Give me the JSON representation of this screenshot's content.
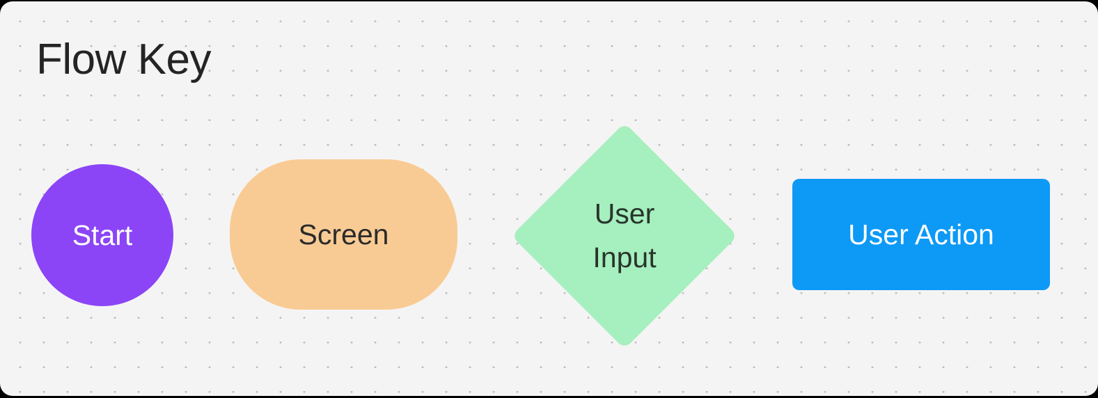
{
  "frame": {
    "border_color": "#000000"
  },
  "canvas": {
    "background": "#F5F4F4",
    "dot_color": "#BDBDBD"
  },
  "title": "Flow Key",
  "title_color": "#242424",
  "legend": {
    "items": [
      {
        "label": "Start",
        "shape": "circle",
        "fill": "#8B45F6",
        "text_color": "#FFFFFF"
      },
      {
        "label": "Screen",
        "shape": "rounded-rectangle",
        "fill": "#F9CB94",
        "text_color": "#2B2B2B"
      },
      {
        "label": "User Input",
        "label_lines": [
          "User",
          "Input"
        ],
        "shape": "diamond",
        "fill": "#A6EFBE",
        "text_color": "#28352C"
      },
      {
        "label": "User Action",
        "shape": "rectangle",
        "fill": "#0D99F6",
        "text_color": "#FFFFFF"
      }
    ]
  }
}
